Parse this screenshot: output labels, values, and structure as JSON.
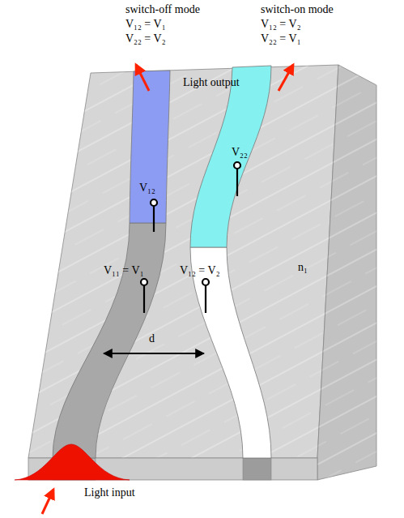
{
  "diagram": {
    "labels": [
      "switch-off mode",
      "V₁₂ = V₁",
      "V₂₂ = V₂",
      "switch-on mode",
      "V₁₂ = V₂",
      "V₂₂ = V₁",
      "Light output",
      "V₁₂",
      "V₂₂",
      "n₁",
      "V₁₁ = V₁",
      "V₁₂ = V₂",
      "d",
      "Light input"
    ]
  }
}
